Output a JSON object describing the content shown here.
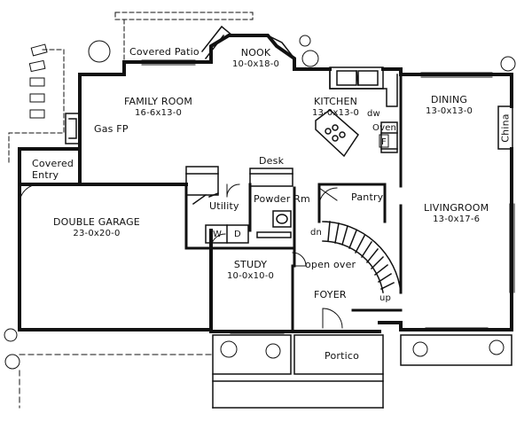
{
  "rooms": {
    "covered_patio": "Covered Patio",
    "nook": {
      "name": "NOOK",
      "dims": "10-0x18-0"
    },
    "kitchen": {
      "name": "KITCHEN",
      "dims": "13-0x13-0"
    },
    "dining": {
      "name": "DINING",
      "dims": "13-0x13-0"
    },
    "family_room": {
      "name": "FAMILY ROOM",
      "dims": "16-6x13-0"
    },
    "gas_fp": "Gas FP",
    "covered_entry": {
      "line1": "Covered",
      "line2": "Entry"
    },
    "desk": "Desk",
    "utility": "Utility",
    "powder_rm": "Powder Rm",
    "pantry": "Pantry",
    "livingroom": {
      "name": "LIVINGROOM",
      "dims": "13-0x17-6"
    },
    "double_garage": {
      "name": "DOUBLE GARAGE",
      "dims": "23-0x20-0"
    },
    "study": {
      "name": "STUDY",
      "dims": "10-0x10-0"
    },
    "open_over": "open over",
    "foyer": "FOYER",
    "portico": "Portico",
    "china": "China"
  },
  "fixtures": {
    "dw": "dw",
    "oven": "Oven",
    "fridge": "F",
    "washer": "W",
    "dryer": "D",
    "stair_dn": "dn",
    "stair_up": "up"
  }
}
